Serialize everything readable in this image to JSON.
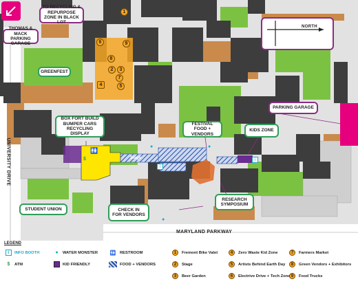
{
  "callouts": {
    "recycling": "TO RECYCLING & REPURPOSE\nZONE IN BLACK LOT",
    "garage_tm": "THOMAS & MACK\nPARKING GARAGE",
    "greenfest": "GREENFEST",
    "boxfort": "BOX FORT BUILD\nBUMPER CARS\nRECYCLING DISPLAY",
    "festival": "FESTIVAL\nFOOD + VENDORS",
    "kids": "KIDS ZONE",
    "parking": "PARKING GARAGE",
    "union": "STUDENT UNION",
    "checkin": "CHECK IN\nFOR VENDORS",
    "research": "RESEARCH\nSYMPOSIUM",
    "stage": "Stage"
  },
  "streets": {
    "university": "UNIVERSITY DRIVE",
    "maryland": "MARYLAND PARKWAY"
  },
  "compass": {
    "label": "NORTH"
  },
  "markers": [
    "1",
    "2",
    "3",
    "4",
    "5",
    "6",
    "7",
    "8",
    "9"
  ],
  "legend": {
    "title": "LEGEND",
    "info_booth": "INFO BOOTH",
    "atm": "ATM",
    "water_monster": "WATER MONSTER",
    "kid_friendly": "KID FRIENDLY",
    "restroom": "RESTROOM",
    "food_vendors": "FOOD + VENDORS",
    "items": [
      {
        "num": "1",
        "label": "Fremont Bike Valet"
      },
      {
        "num": "2",
        "label": "Stage"
      },
      {
        "num": "3",
        "label": "Beer Garden"
      },
      {
        "num": "4",
        "label": "Zero Waste Kid Zone"
      },
      {
        "num": "5",
        "label": "Artists Behind Earth Day"
      },
      {
        "num": "6",
        "label": "Electrive Drive + Tech Zone"
      },
      {
        "num": "7",
        "label": "Farmers Market"
      },
      {
        "num": "8",
        "label": "Green Vendors + Exhibitors"
      },
      {
        "num": "9",
        "label": "Food Trucks"
      }
    ]
  },
  "colors": {
    "building": "#3d3d3d",
    "grass": "#7cc242",
    "road": "#e0e0e0",
    "path": "#c98a4b",
    "food_zone": "#1f4fa8",
    "union_yellow": "#ffe600",
    "kid_purple": "#6a2c91",
    "orange_zone": "#f5a623",
    "magenta": "#e6007e",
    "callout_border": "#2e9e58"
  },
  "icons": {
    "info": "info-icon",
    "atm": "dollar-icon",
    "water": "water-drop-icon",
    "restroom": "restroom-icon",
    "back": "arrow-back-icon"
  }
}
